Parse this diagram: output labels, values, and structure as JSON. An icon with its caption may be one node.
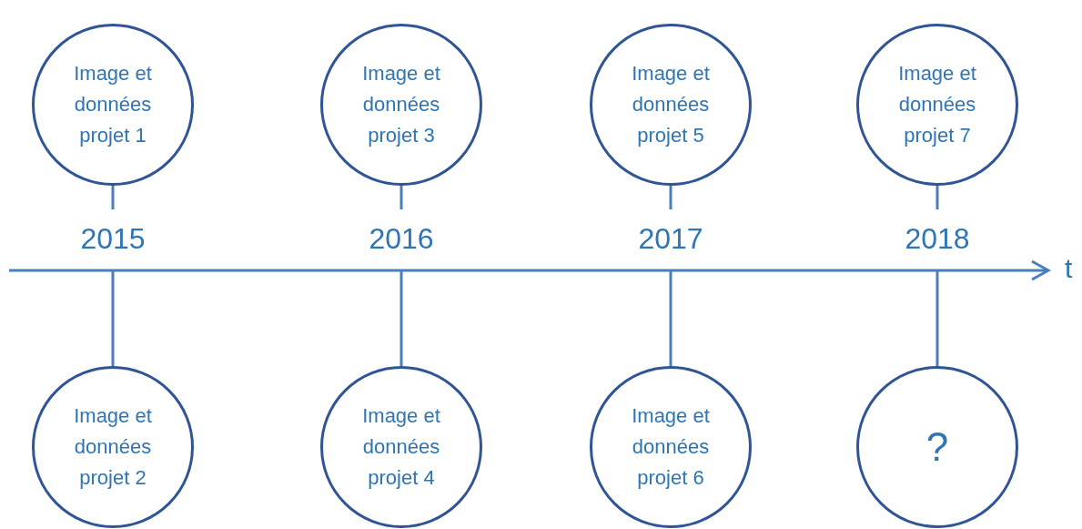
{
  "diagram": {
    "nodes": [
      {
        "text": [
          "Image et données projet 1"
        ]
      },
      {
        "text": [
          "Image et données projet 3"
        ]
      },
      {
        "text": [
          "Image et données projet 5"
        ]
      },
      {
        "text": [
          "Image et données projet 7"
        ]
      },
      {
        "text": [
          "2015"
        ]
      },
      {
        "text": [
          "2016"
        ]
      },
      {
        "text": [
          "2017"
        ]
      },
      {
        "text": [
          "2018"
        ]
      },
      {
        "text": [
          "Image et données projet 2"
        ]
      },
      {
        "text": [
          "Image et données projet 4"
        ]
      },
      {
        "text": [
          "Image et données projet 6"
        ]
      },
      {
        "text": [
          "?"
        ]
      }
    ],
    "edges": [
      {
        "from": 0,
        "to": 4,
        "arrow": "none"
      },
      {
        "from": 1,
        "to": 5,
        "arrow": "none"
      },
      {
        "from": 2,
        "to": 6,
        "arrow": "none"
      },
      {
        "from": 3,
        "to": 7,
        "arrow": "none"
      },
      {
        "from": 4,
        "to": 8,
        "arrow": "none"
      },
      {
        "from": 5,
        "to": 9,
        "arrow": "none"
      },
      {
        "from": 6,
        "to": 10,
        "arrow": "none"
      },
      {
        "from": 7,
        "to": 11,
        "arrow": "none"
      }
    ],
    "labels": [
      "t"
    ]
  }
}
